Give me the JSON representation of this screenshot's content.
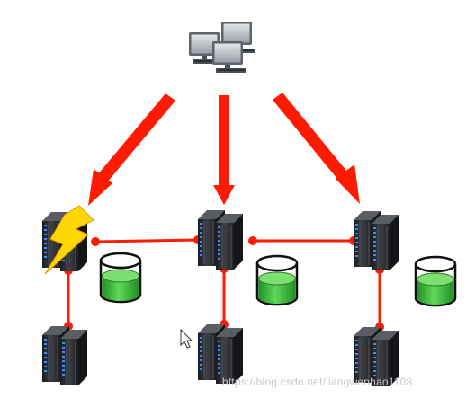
{
  "diagram": {
    "top_group": {
      "icon": "computer-group-icon",
      "count": 3
    },
    "arrows": {
      "color": "#ff1a00",
      "count": 3
    },
    "primary_servers": [
      {
        "id": "left",
        "status": "failed",
        "status_icon": "lightning-icon"
      },
      {
        "id": "middle",
        "status": "ok"
      },
      {
        "id": "right",
        "status": "ok"
      }
    ],
    "replica_servers": [
      {
        "id": "left-replica"
      },
      {
        "id": "middle-replica"
      },
      {
        "id": "right-replica"
      }
    ],
    "databases": {
      "icon": "database-cylinder-icon",
      "fill_color": "#3cc03c",
      "fill_level": 0.6
    },
    "link_color": "#ff1a00",
    "server_icon": "server-rack-icon"
  },
  "watermark": "https://blog.csdn.net/liangwenhao1108",
  "cursor_icon": "mouse-pointer-icon"
}
